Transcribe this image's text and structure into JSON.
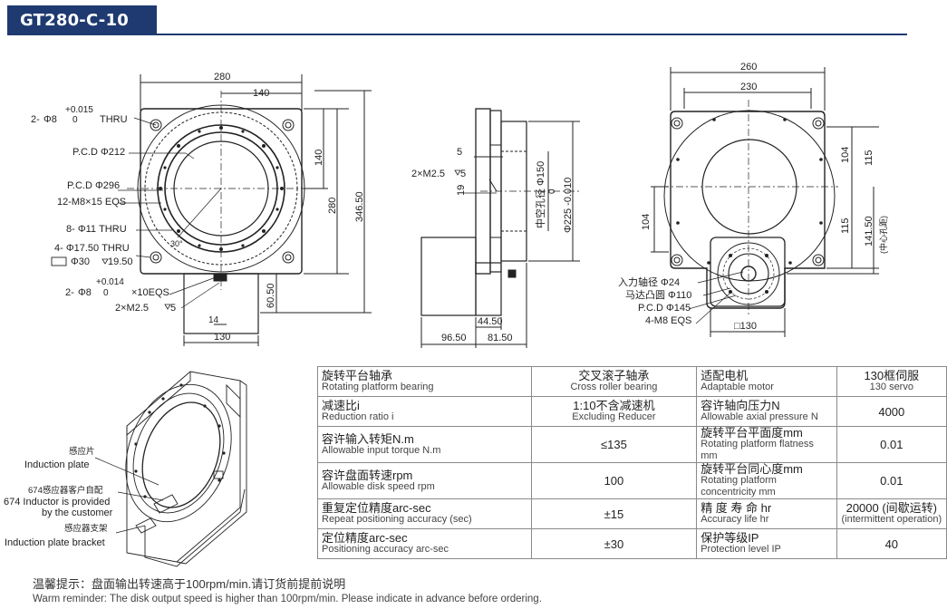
{
  "header": {
    "model": "GT280-C-10"
  },
  "front_view": {
    "dim_280_top": "280",
    "dim_140_top": "140",
    "dim_140_right": "140",
    "dim_280_right": "280",
    "dim_346_right": "346.50",
    "dim_60_right": "60.50",
    "dim_130_bottom": "130",
    "dim_14_bottom": "14",
    "angle": "30°",
    "callout_thru_prefix": "2-",
    "callout_thru_dia": "Φ8",
    "callout_thru_tol_upper": "+0.015",
    "callout_thru_tol_lower": "0",
    "callout_thru_suffix": "THRU",
    "pcd212": "P.C.D Φ212",
    "pcd296": "P.C.D Φ296",
    "m8_eqs": "12-M8×15 EQS",
    "d11_thru": "8- Φ11 THRU",
    "d17_thru": "4- Φ17.50 THRU",
    "cbore": "Φ30",
    "cbore_depth": "19.50",
    "eqs10_prefix": "2-",
    "eqs10_dia": "Φ8",
    "eqs10_tol_upper": "+0.014",
    "eqs10_tol_lower": "0",
    "eqs10_suffix": "×10EQS",
    "m25": "2×M2.5",
    "m25_depth": "5"
  },
  "side_view": {
    "dim_5": "5",
    "m25": "2×M2.5",
    "m25_depth": "5",
    "dim_19": "19",
    "bore_label_cn": "中空孔径 Φ150",
    "dia_225": "Φ225 -0.010",
    "tol_zero": "0",
    "dim_44": "44.50",
    "dim_96": "96.50",
    "dim_81": "81.50"
  },
  "rear_view": {
    "dim_260": "260",
    "dim_230": "230",
    "dim_104_right": "104",
    "dim_115_right_top": "115",
    "dim_104_left": "104",
    "dim_115_right_mid": "115",
    "dim_141": "141.50",
    "center_hole_cn": "(中心孔距)",
    "input_shaft": "入力轴径 Φ24",
    "motor_boss": "马达凸圆 Φ110",
    "pcd145": "P.C.D Φ145",
    "m8_eqs": "4-M8 EQS",
    "square_130": "□130"
  },
  "iso_view": {
    "induction_plate_cn": "感应片",
    "induction_plate_en": "Induction plate",
    "inductor_cn": "674感应器客户自配",
    "inductor_en_1": "674 Inductor is provided",
    "inductor_en_2": "by the customer",
    "bracket_cn": "感应器支架",
    "bracket_en": "Induction plate bracket"
  },
  "spec_table": {
    "rows": [
      {
        "l1_cn": "旋转平台轴承",
        "l1_en": "Rotating platform bearing",
        "v1_cn": "交叉滚子轴承",
        "v1_en": "Cross roller bearing",
        "l2_cn": "适配电机",
        "l2_en": "Adaptable motor",
        "v2_cn": "130框伺服",
        "v2_en": "130 servo"
      },
      {
        "l1_cn": "减速比i",
        "l1_en": "Reduction ratio i",
        "v1_cn": "1:10不含减速机",
        "v1_en": "Excluding Reducer",
        "l2_cn": "容许轴向压力N",
        "l2_en": "Allowable axial pressure N",
        "v2_cn": "4000",
        "v2_en": ""
      },
      {
        "l1_cn": "容许输入转矩N.m",
        "l1_en": "Allowable input torque N.m",
        "v1_cn": "≤135",
        "v1_en": "",
        "l2_cn": "旋转平台平面度mm",
        "l2_en": "Rotating platform flatness mm",
        "v2_cn": "0.01",
        "v2_en": ""
      },
      {
        "l1_cn": "容许盘面转速rpm",
        "l1_en": "Allowable disk speed rpm",
        "v1_cn": "100",
        "v1_en": "",
        "l2_cn": "旋转平台同心度mm",
        "l2_en": "Rotating platform concentricity mm",
        "v2_cn": "0.01",
        "v2_en": ""
      },
      {
        "l1_cn": "重复定位精度arc-sec",
        "l1_en": "Repeat positioning accuracy (sec)",
        "v1_cn": "±15",
        "v1_en": "",
        "l2_cn": "精 度 寿 命 hr",
        "l2_en": "Accuracy life hr",
        "v2_cn": "20000 (间歇运转)",
        "v2_en": "(intermittent operation)"
      },
      {
        "l1_cn": "定位精度arc-sec",
        "l1_en": "Positioning accuracy arc-sec",
        "v1_cn": "±30",
        "v1_en": "",
        "l2_cn": "保护等级IP",
        "l2_en": "Protection level IP",
        "v2_cn": "40",
        "v2_en": ""
      }
    ]
  },
  "footer": {
    "note_cn": "温馨提示：盘面输出转速高于100rpm/min.请订货前提前说明",
    "note_en": "Warm reminder: The disk output speed is higher than 100rpm/min. Please indicate in advance before ordering."
  },
  "colors": {
    "brand": "#1f3a70",
    "line": "#222222",
    "table_border": "#8a8a8a"
  }
}
